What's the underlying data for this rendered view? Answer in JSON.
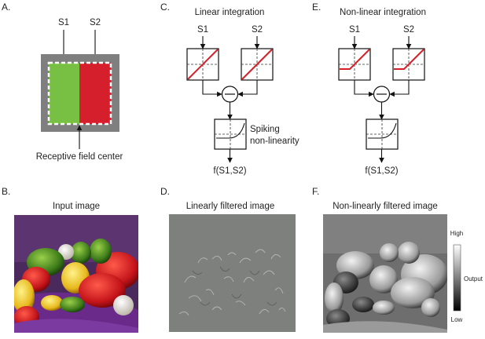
{
  "panel_a": {
    "letter": "A.",
    "s1": "S1",
    "s2": "S2",
    "caption": "Receptive field center",
    "colors": {
      "surround": "#7f7f7f",
      "left_half": "#77c043",
      "right_half": "#d61f2c"
    }
  },
  "panel_b": {
    "letter": "B.",
    "title": "Input image"
  },
  "panel_c": {
    "letter": "C.",
    "title": "Linear integration",
    "s1": "S1",
    "s2": "S2",
    "nonlin_label_1": "Spiking",
    "nonlin_label_2": "non-linearity",
    "output": "f(S1,S2)",
    "line_color": "#d5202a"
  },
  "panel_d": {
    "letter": "D.",
    "title": "Linearly filtered image"
  },
  "panel_e": {
    "letter": "E.",
    "title": "Non-linear integration",
    "s1": "S1",
    "s2": "S2",
    "output": "f(S1,S2)"
  },
  "panel_f": {
    "letter": "F.",
    "title": "Non-linearly filtered image",
    "colorbar": {
      "high": "High",
      "mid": "Output",
      "low": "Low"
    }
  }
}
